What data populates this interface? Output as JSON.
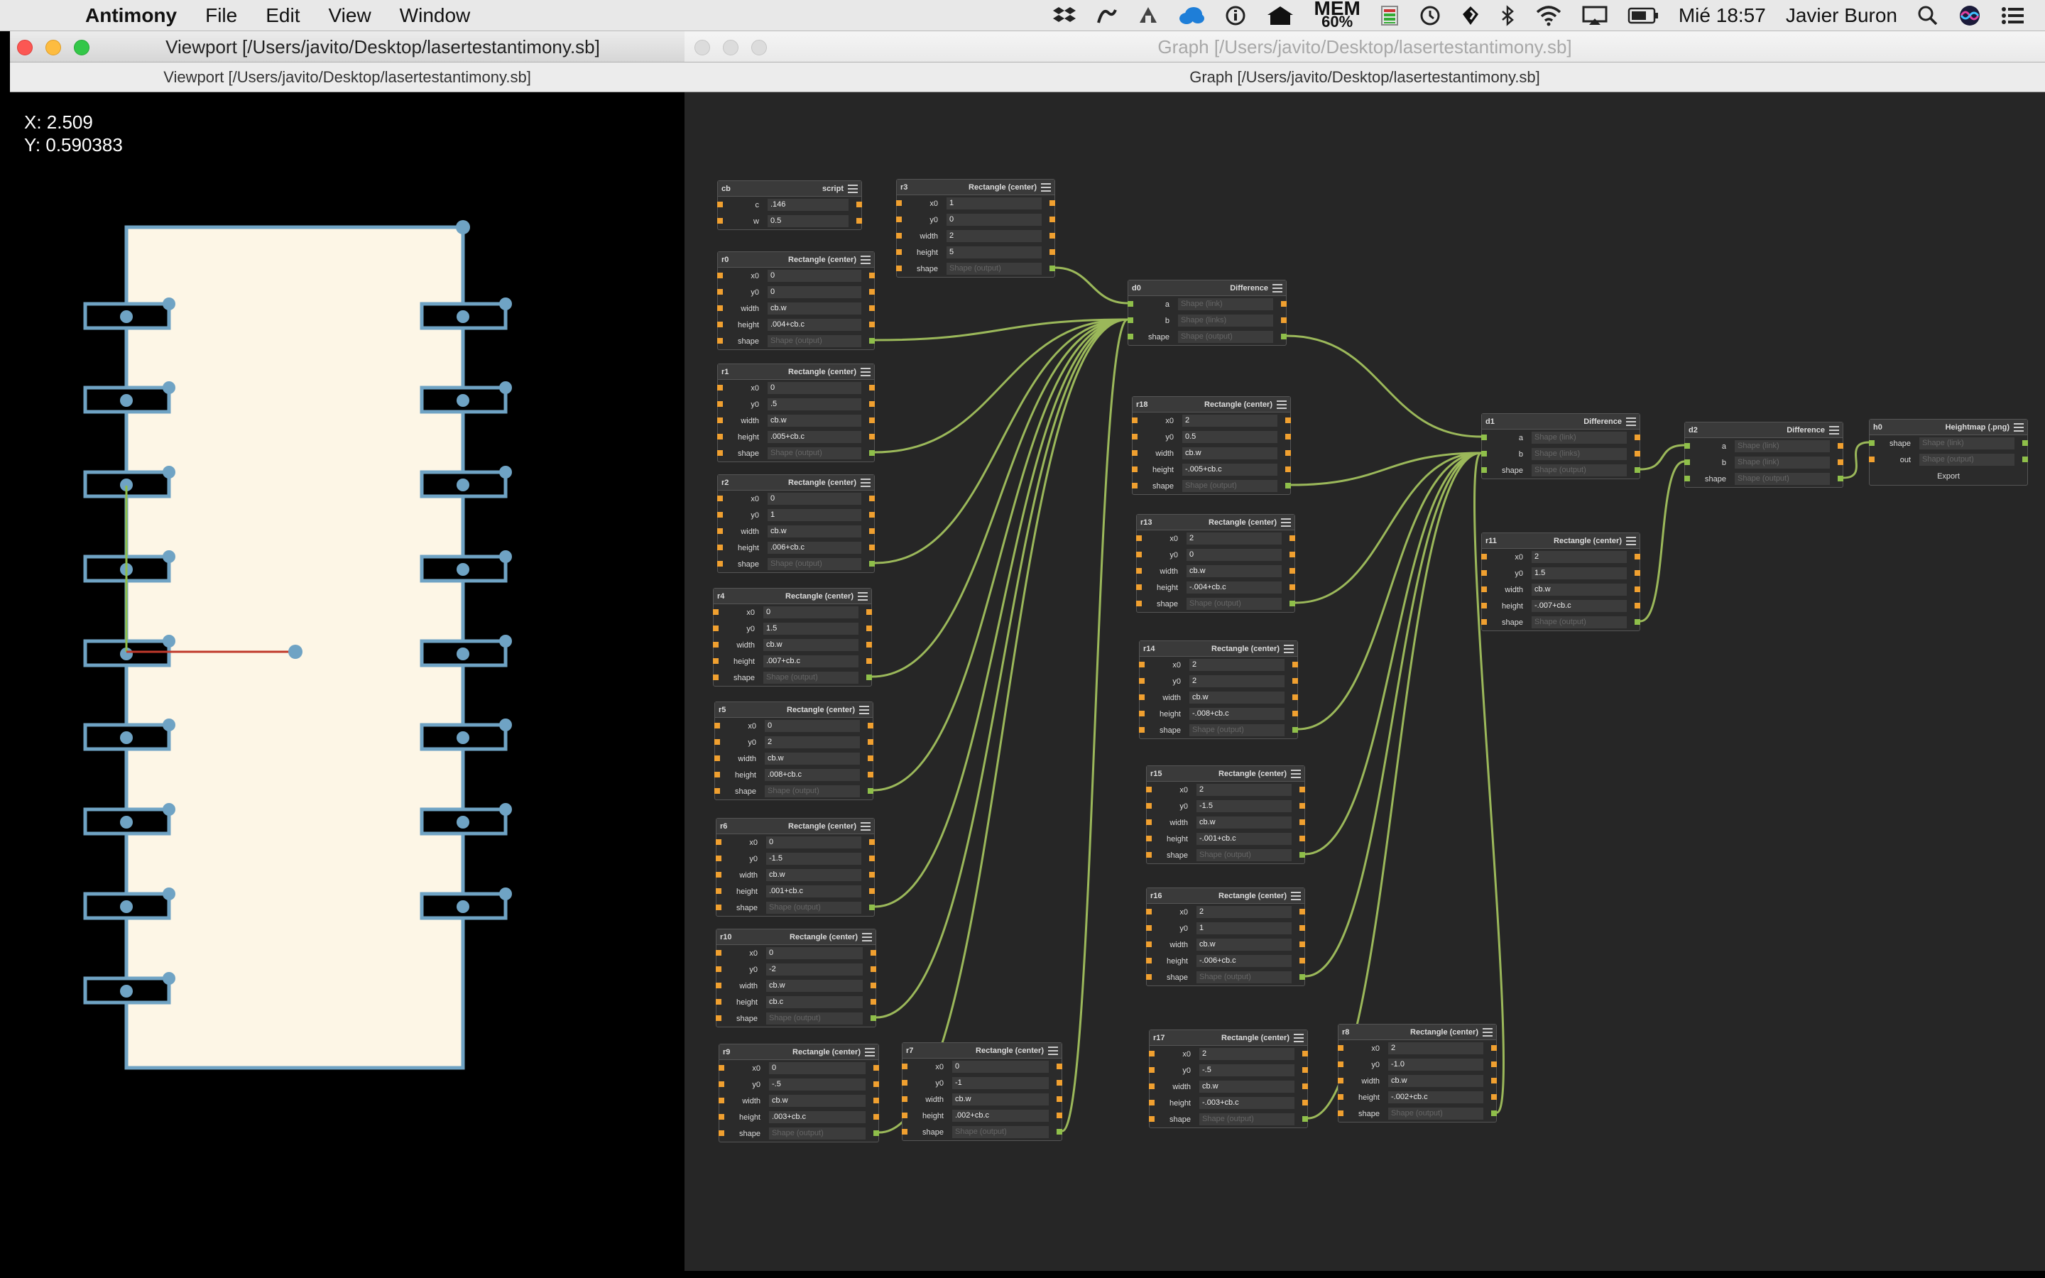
{
  "menubar": {
    "app": "Antimony",
    "menus": [
      "File",
      "Edit",
      "View",
      "Window"
    ],
    "mem_label": "MEM",
    "mem_value": "60%",
    "clock": "Mié 18:57",
    "user": "Javier Buron"
  },
  "viewport": {
    "title": "Viewport [/Users/javito/Desktop/lasertestantimony.sb]",
    "subtitle": "Viewport [/Users/javito/Desktop/lasertestantimony.sb]",
    "x_readout": "X: 2.509",
    "y_readout": "Y: 0.590383"
  },
  "graph": {
    "title": "Graph [/Users/javito/Desktop/lasertestantimony.sb]",
    "subtitle": "Graph [/Users/javito/Desktop/lasertestantimony.sb]"
  },
  "nodes": [
    {
      "id": "cb",
      "type": "script",
      "rows": [
        [
          "c",
          ".146"
        ],
        [
          "w",
          "0.5"
        ]
      ]
    },
    {
      "id": "r3",
      "type": "Rectangle (center)",
      "rows": [
        [
          "x0",
          "1"
        ],
        [
          "y0",
          "0"
        ],
        [
          "width",
          "2"
        ],
        [
          "height",
          "5"
        ],
        [
          "shape",
          "Shape (output)"
        ]
      ]
    },
    {
      "id": "r0",
      "type": "Rectangle (center)",
      "rows": [
        [
          "x0",
          "0"
        ],
        [
          "y0",
          "0"
        ],
        [
          "width",
          "cb.w"
        ],
        [
          "height",
          ".004+cb.c"
        ],
        [
          "shape",
          "Shape (output)"
        ]
      ]
    },
    {
      "id": "r1",
      "type": "Rectangle (center)",
      "rows": [
        [
          "x0",
          "0"
        ],
        [
          "y0",
          ".5"
        ],
        [
          "width",
          "cb.w"
        ],
        [
          "height",
          ".005+cb.c"
        ],
        [
          "shape",
          "Shape (output)"
        ]
      ]
    },
    {
      "id": "r2",
      "type": "Rectangle (center)",
      "rows": [
        [
          "x0",
          "0"
        ],
        [
          "y0",
          "1"
        ],
        [
          "width",
          "cb.w"
        ],
        [
          "height",
          ".006+cb.c"
        ],
        [
          "shape",
          "Shape (output)"
        ]
      ]
    },
    {
      "id": "r4",
      "type": "Rectangle (center)",
      "rows": [
        [
          "x0",
          "0"
        ],
        [
          "y0",
          "1.5"
        ],
        [
          "width",
          "cb.w"
        ],
        [
          "height",
          ".007+cb.c"
        ],
        [
          "shape",
          "Shape (output)"
        ]
      ]
    },
    {
      "id": "r5",
      "type": "Rectangle (center)",
      "rows": [
        [
          "x0",
          "0"
        ],
        [
          "y0",
          "2"
        ],
        [
          "width",
          "cb.w"
        ],
        [
          "height",
          ".008+cb.c"
        ],
        [
          "shape",
          "Shape (output)"
        ]
      ]
    },
    {
      "id": "r6",
      "type": "Rectangle (center)",
      "rows": [
        [
          "x0",
          "0"
        ],
        [
          "y0",
          "-1.5"
        ],
        [
          "width",
          "cb.w"
        ],
        [
          "height",
          ".001+cb.c"
        ],
        [
          "shape",
          "Shape (output)"
        ]
      ]
    },
    {
      "id": "r10",
      "type": "Rectangle (center)",
      "rows": [
        [
          "x0",
          "0"
        ],
        [
          "y0",
          "-2"
        ],
        [
          "width",
          "cb.w"
        ],
        [
          "height",
          "cb.c"
        ],
        [
          "shape",
          "Shape (output)"
        ]
      ]
    },
    {
      "id": "r9",
      "type": "Rectangle (center)",
      "rows": [
        [
          "x0",
          "0"
        ],
        [
          "y0",
          "-.5"
        ],
        [
          "width",
          "cb.w"
        ],
        [
          "height",
          ".003+cb.c"
        ],
        [
          "shape",
          "Shape (output)"
        ]
      ]
    },
    {
      "id": "r7",
      "type": "Rectangle (center)",
      "rows": [
        [
          "x0",
          "0"
        ],
        [
          "y0",
          "-1"
        ],
        [
          "width",
          "cb.w"
        ],
        [
          "height",
          ".002+cb.c"
        ],
        [
          "shape",
          "Shape (output)"
        ]
      ]
    },
    {
      "id": "d0",
      "type": "Difference",
      "rows": [
        [
          "a",
          "Shape (link)"
        ],
        [
          "b",
          "Shape (links)"
        ],
        [
          "shape",
          "Shape (output)"
        ]
      ]
    },
    {
      "id": "r18",
      "type": "Rectangle (center)",
      "rows": [
        [
          "x0",
          "2"
        ],
        [
          "y0",
          "0.5"
        ],
        [
          "width",
          "cb.w"
        ],
        [
          "height",
          "-.005+cb.c"
        ],
        [
          "shape",
          "Shape (output)"
        ]
      ]
    },
    {
      "id": "r13",
      "type": "Rectangle (center)",
      "rows": [
        [
          "x0",
          "2"
        ],
        [
          "y0",
          "0"
        ],
        [
          "width",
          "cb.w"
        ],
        [
          "height",
          "-.004+cb.c"
        ],
        [
          "shape",
          "Shape (output)"
        ]
      ]
    },
    {
      "id": "r14",
      "type": "Rectangle (center)",
      "rows": [
        [
          "x0",
          "2"
        ],
        [
          "y0",
          "2"
        ],
        [
          "width",
          "cb.w"
        ],
        [
          "height",
          "-.008+cb.c"
        ],
        [
          "shape",
          "Shape (output)"
        ]
      ]
    },
    {
      "id": "r15",
      "type": "Rectangle (center)",
      "rows": [
        [
          "x0",
          "2"
        ],
        [
          "y0",
          "-1.5"
        ],
        [
          "width",
          "cb.w"
        ],
        [
          "height",
          "-.001+cb.c"
        ],
        [
          "shape",
          "Shape (output)"
        ]
      ]
    },
    {
      "id": "r16",
      "type": "Rectangle (center)",
      "rows": [
        [
          "x0",
          "2"
        ],
        [
          "y0",
          "1"
        ],
        [
          "width",
          "cb.w"
        ],
        [
          "height",
          "-.006+cb.c"
        ],
        [
          "shape",
          "Shape (output)"
        ]
      ]
    },
    {
      "id": "r17",
      "type": "Rectangle (center)",
      "rows": [
        [
          "x0",
          "2"
        ],
        [
          "y0",
          "-.5"
        ],
        [
          "width",
          "cb.w"
        ],
        [
          "height",
          "-.003+cb.c"
        ],
        [
          "shape",
          "Shape (output)"
        ]
      ]
    },
    {
      "id": "r8",
      "type": "Rectangle (center)",
      "rows": [
        [
          "x0",
          "2"
        ],
        [
          "y0",
          "-1.0"
        ],
        [
          "width",
          "cb.w"
        ],
        [
          "height",
          "-.002+cb.c"
        ],
        [
          "shape",
          "Shape (output)"
        ]
      ]
    },
    {
      "id": "d1",
      "type": "Difference",
      "rows": [
        [
          "a",
          "Shape (link)"
        ],
        [
          "b",
          "Shape (links)"
        ],
        [
          "shape",
          "Shape (output)"
        ]
      ]
    },
    {
      "id": "r11",
      "type": "Rectangle (center)",
      "rows": [
        [
          "x0",
          "2"
        ],
        [
          "y0",
          "1.5"
        ],
        [
          "width",
          "cb.w"
        ],
        [
          "height",
          "-.007+cb.c"
        ],
        [
          "shape",
          "Shape (output)"
        ]
      ]
    },
    {
      "id": "d2",
      "type": "Difference",
      "rows": [
        [
          "a",
          "Shape (link)"
        ],
        [
          "b",
          "Shape (link)"
        ],
        [
          "shape",
          "Shape (output)"
        ]
      ]
    },
    {
      "id": "h0",
      "type": "Heightmap (.png)",
      "rows": [
        [
          "shape",
          "Shape (link)"
        ],
        [
          "out",
          "Shape (output)"
        ]
      ],
      "button": "Export"
    }
  ]
}
